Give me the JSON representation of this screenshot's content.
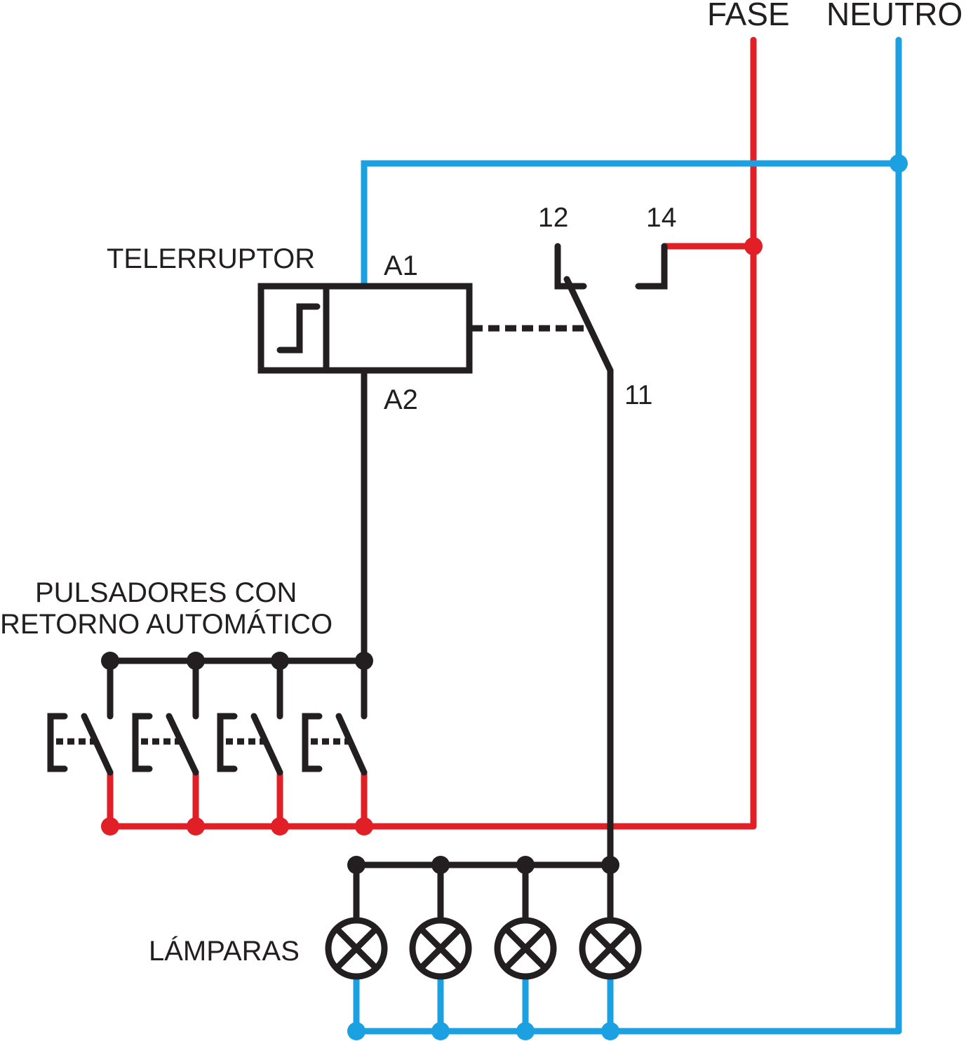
{
  "labels": {
    "fase": "FASE",
    "neutro": "NEUTRO",
    "telerruptor": "TELERRUPTOR",
    "a1": "A1",
    "a2": "A2",
    "t12": "12",
    "t14": "14",
    "t11": "11",
    "pulsadores_line1": "PULSADORES CON",
    "pulsadores_line2": "RETORNO AUTOMÁTICO",
    "lamparas": "LÁMPARAS"
  },
  "colors": {
    "fase": "#e01f26",
    "neutro": "#1ba1e2",
    "control": "#231f20"
  },
  "counts": {
    "pushbuttons": 4,
    "lamps": 4
  }
}
